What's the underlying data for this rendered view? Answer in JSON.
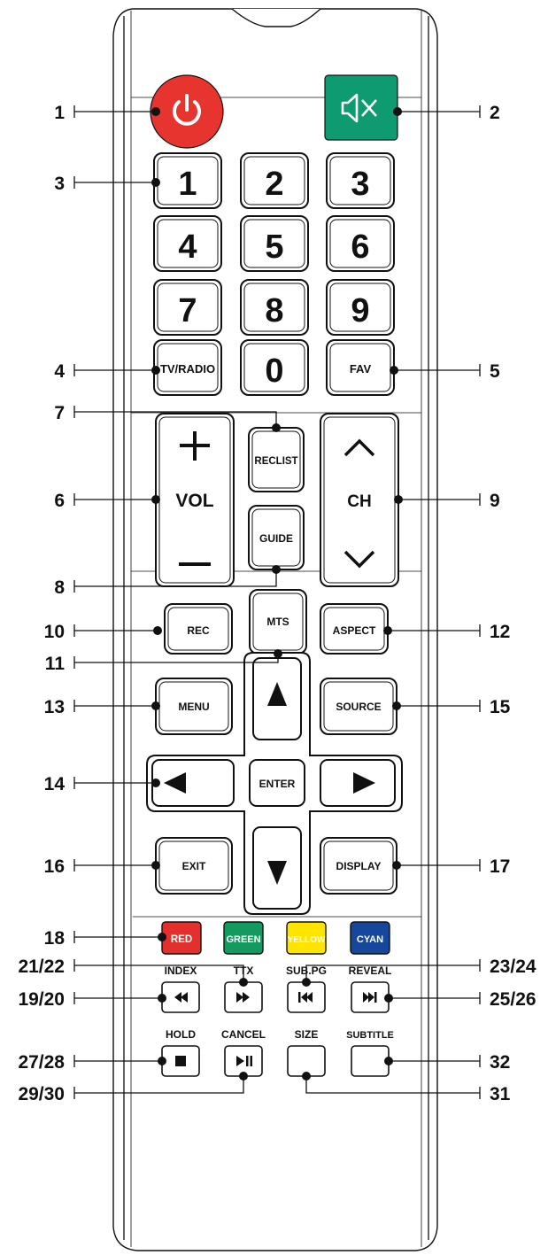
{
  "colors": {
    "power": "#e8342e",
    "mute": "#0f9b72",
    "red": "#e3302c",
    "green": "#139a5f",
    "yellow": "#ffe400",
    "cyan": "#17479a",
    "outline": "#111111"
  },
  "icons": {
    "power": "power-icon",
    "mute": "mute-icon",
    "vol_plus": "plus-icon",
    "vol_minus": "minus-icon",
    "ch_up": "chevron-up-icon",
    "ch_down": "chevron-down-icon",
    "nav_up": "triangle-up-icon",
    "nav_down": "triangle-down-icon",
    "nav_left": "triangle-left-icon",
    "nav_right": "triangle-right-icon",
    "rewind": "rewind-icon",
    "fast_forward": "fast-forward-icon",
    "prev": "skip-previous-icon",
    "next": "skip-next-icon",
    "stop": "stop-icon",
    "play_pause": "play-pause-icon"
  },
  "buttons": {
    "digits": [
      "1",
      "2",
      "3",
      "4",
      "5",
      "6",
      "7",
      "8",
      "9",
      "0"
    ],
    "tv_radio": "TV/RADIO",
    "fav": "FAV",
    "vol": "VOL",
    "reclist": "RECLIST",
    "guide": "GUIDE",
    "ch": "CH",
    "rec": "REC",
    "mts": "MTS",
    "aspect": "ASPECT",
    "menu": "MENU",
    "source": "SOURCE",
    "enter": "ENTER",
    "exit": "EXIT",
    "display": "DISPLAY",
    "red": "RED",
    "green": "GREEN",
    "yellow": "YELLOW",
    "cyan": "CYAN"
  },
  "small_labels": {
    "index": "INDEX",
    "ttx": "TTX",
    "sub_pg": "SUB.PG",
    "reveal": "REVEAL",
    "hold": "HOLD",
    "cancel": "CANCEL",
    "size": "SIZE",
    "subtitle": "SUBTITLE"
  },
  "callouts": {
    "c1": "1",
    "c2": "2",
    "c3": "3",
    "c4": "4",
    "c5": "5",
    "c6": "6",
    "c7": "7",
    "c8": "8",
    "c9": "9",
    "c10": "10",
    "c11": "11",
    "c12": "12",
    "c13": "13",
    "c14": "14",
    "c15": "15",
    "c16": "16",
    "c17": "17",
    "c18": "18",
    "c19_20": "19/20",
    "c21_22": "21/22",
    "c23_24": "23/24",
    "c25_26": "25/26",
    "c27_28": "27/28",
    "c29_30": "29/30",
    "c31": "31",
    "c32": "32"
  }
}
